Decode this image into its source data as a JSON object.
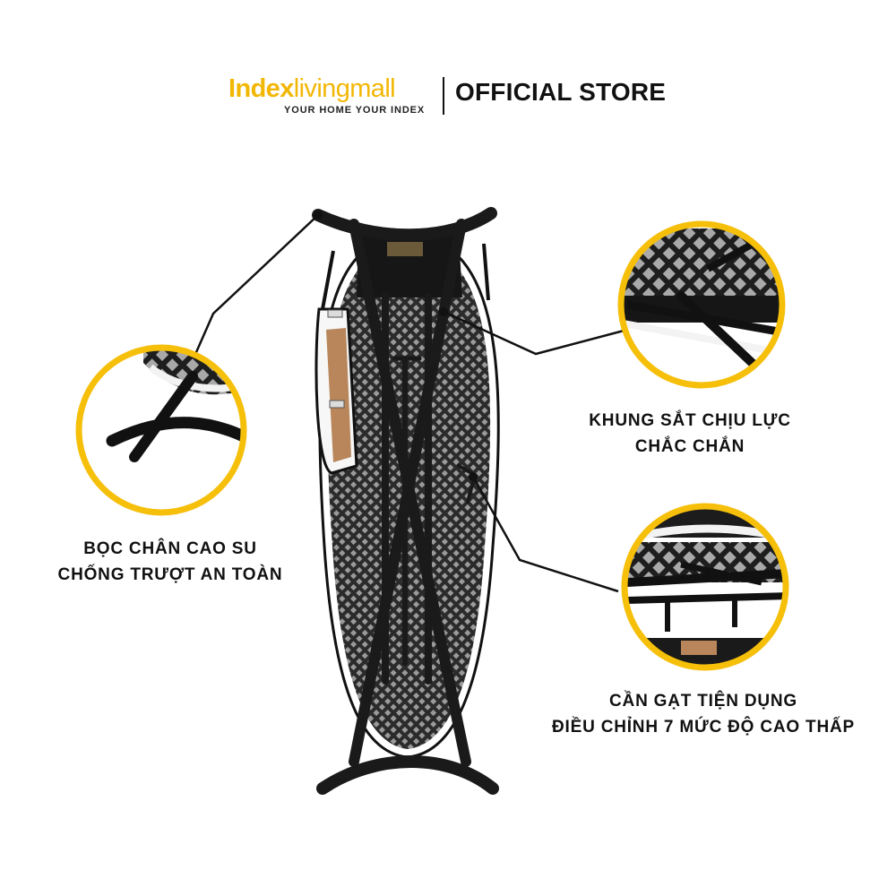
{
  "header": {
    "brand_bold": "Index",
    "brand_light": "livingmall",
    "tagline": "YOUR HOME YOUR INDEX",
    "store_label": "OFFICIAL STORE"
  },
  "features": {
    "feet": {
      "line1": "BỌC CHÂN CAO SU",
      "line2": "CHỐNG TRƯỢT AN TOÀN"
    },
    "frame": {
      "line1": "KHUNG SẮT CHỊU LỰC",
      "line2": "CHẮC CHẮN"
    },
    "lever": {
      "line1": "CẦN GẠT TIỆN DỤNG",
      "line2": "ĐIỀU CHỈNH 7 MỨC ĐỘ CAO THẤP"
    }
  },
  "colors": {
    "brand_accent": "#f2b705",
    "callout_ring": "#f5bf0a",
    "text": "#111111",
    "frame_metal": "#1a1a1a"
  }
}
